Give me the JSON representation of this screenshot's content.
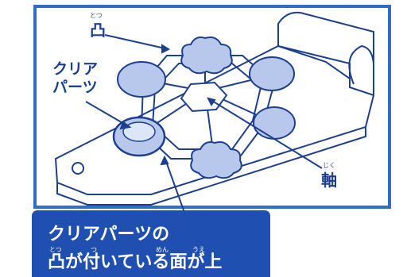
{
  "labels": {
    "convex": {
      "text": "凸",
      "reading": "とつ"
    },
    "clear_parts": {
      "line1": "クリア",
      "line2": "パーツ"
    },
    "shaft": {
      "text": "軸",
      "reading": "じく"
    }
  },
  "callout": {
    "line1": "クリアパーツの",
    "line2": "凸が付いている面が上",
    "readings": {
      "convex": "とつ",
      "attach": "つ",
      "face": "めん",
      "top": "うえ"
    }
  },
  "colors": {
    "frame": "#2f6dc8",
    "ink": "#1d3f8e",
    "part_fill": "#b8c8ec",
    "callout_bg": "#1f4fb0"
  }
}
